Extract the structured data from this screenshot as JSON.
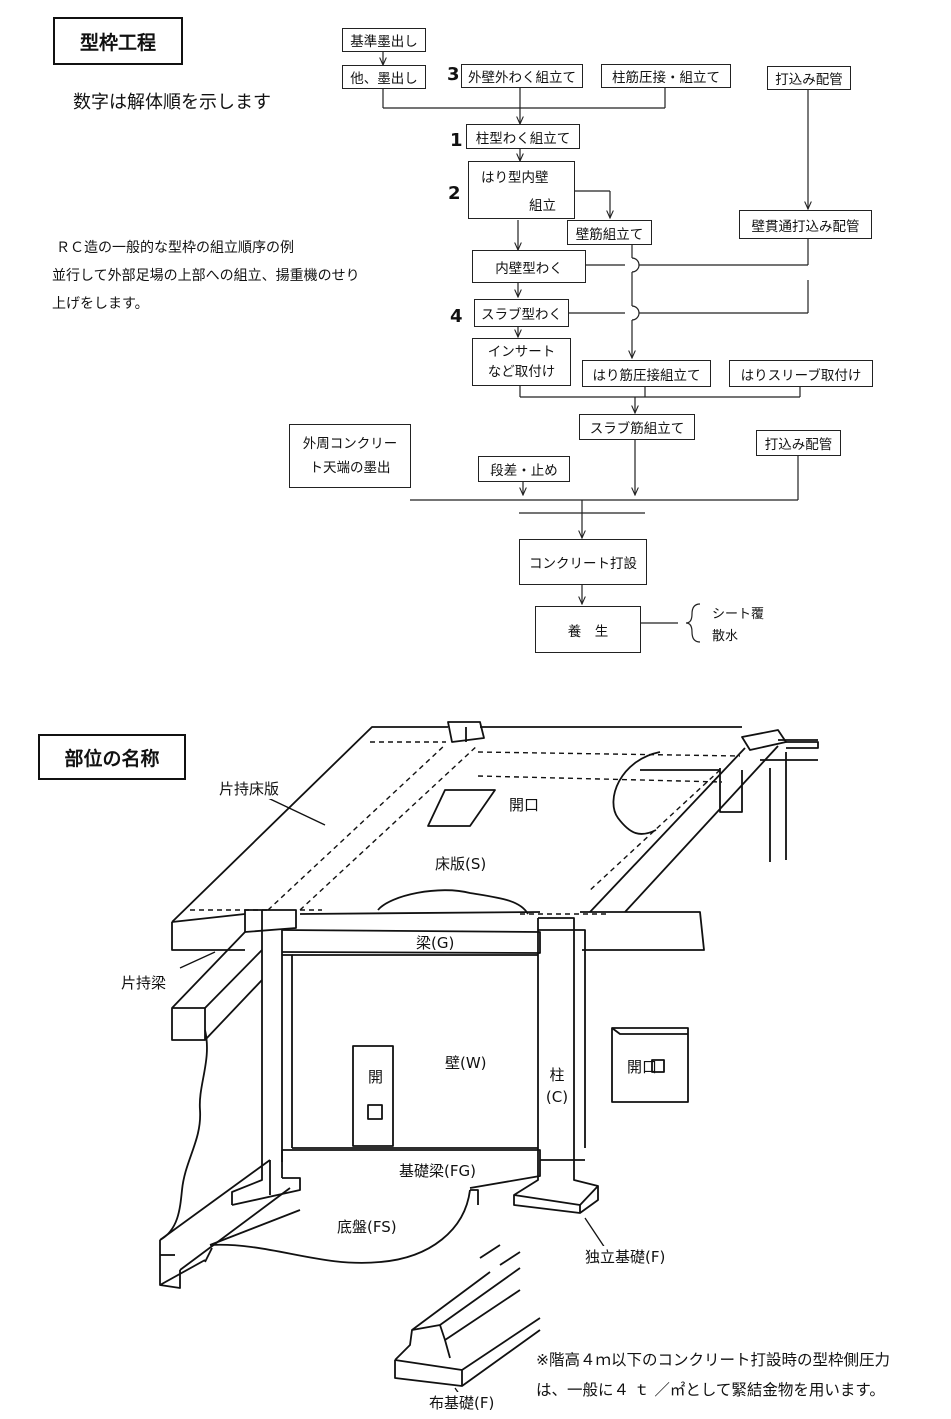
{
  "sections": {
    "process_title": "型枠工程",
    "parts_title": "部位の名称"
  },
  "notes": {
    "order_note": "数字は解体順を示します",
    "rc_line1": "ＲＣ造の一般的な型枠の組立順序の例",
    "rc_line2": "並行して外部足場の上部への組立、揚重機のせり",
    "rc_line3": "上げをします。",
    "pressure_line1": "※階高４ｍ以下のコンクリート打設時の型枠側圧力",
    "pressure_line2": "は、一般に４ ｔ ／㎡として緊結金物を用います。"
  },
  "flow": {
    "kijun": "基準墨出し",
    "hoka": "他、墨出し",
    "gaiheki": "外壁外わく組立て",
    "hashira_tekkin": "柱筋圧接・組立て",
    "uchikomi1": "打込み配管",
    "hashira_kata": "柱型わく組立て",
    "hari_l1": "はり型内壁",
    "hari_l2": "組立",
    "kanetsuuchikomi": "壁貫通打込み配管",
    "kabe_kin": "壁筋組立て",
    "naiheki": "内壁型わく",
    "slab_kata": "スラブ型わく",
    "insert_l1": "インサート",
    "insert_l2": "など取付け",
    "hari_kin": "はり筋圧接組立て",
    "hari_sleeve": "はりスリーブ取付け",
    "slab_kin": "スラブ筋組立て",
    "gaishu_l1": "外周コンクリー",
    "gaishu_l2": "ト天端の墨出",
    "dansa": "段差・止め",
    "uchikomi2": "打込み配管",
    "concrete": "コンクリート打設",
    "yojo": "養　生",
    "sheet": "シート覆",
    "sansui": "散水",
    "n1": "1",
    "n2": "2",
    "n3": "3",
    "n4": "4"
  },
  "parts": {
    "katamochi_shoban": "片持床版",
    "kaiko_top": "開口",
    "shoban": "床版(S)",
    "hari": "梁(G)",
    "katamochi_bari": "片持梁",
    "kabe": "壁(W)",
    "hashira": "柱\n(C)",
    "kaiko_door_top": "開",
    "kaiko_door_bottom": "口",
    "kaiko_window": "開口",
    "kiso_bari": "基礎梁(FG)",
    "teiban": "底盤(FS)",
    "dokuritsu": "独立基礎(F)",
    "nuno": "布基礎(F)"
  }
}
